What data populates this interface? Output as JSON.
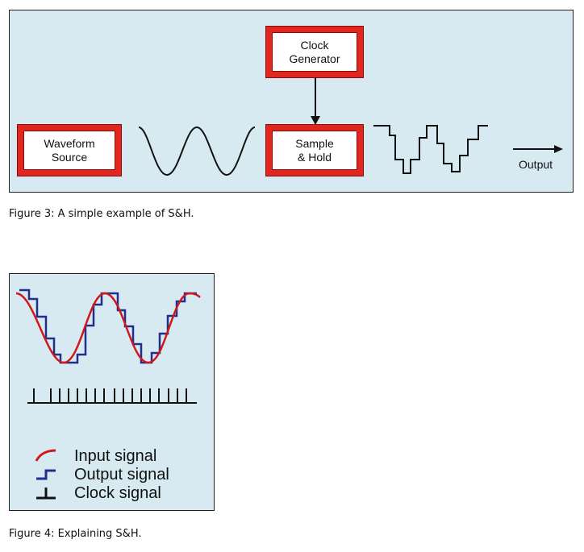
{
  "figure3": {
    "blocks": {
      "waveform_source": "Waveform\nSource",
      "clock_generator": "Clock\nGenerator",
      "sample_hold": "Sample\n& Hold"
    },
    "output_label": "Output",
    "caption": "Figure 3: A simple example of S&H.",
    "colors": {
      "block_border": "#e0261e",
      "panel": "#d7eaf2",
      "wave": "#111111"
    }
  },
  "figure4": {
    "legend": [
      {
        "icon": "input-signal-swatch-icon",
        "label": "Input signal"
      },
      {
        "icon": "output-signal-swatch-icon",
        "label": "Output signal"
      },
      {
        "icon": "clock-signal-swatch-icon",
        "label": "Clock signal"
      }
    ],
    "caption": "Figure 4: Explaining S&H.",
    "colors": {
      "input": "#d0181b",
      "output": "#1f2f8c",
      "clock": "#111111"
    }
  }
}
